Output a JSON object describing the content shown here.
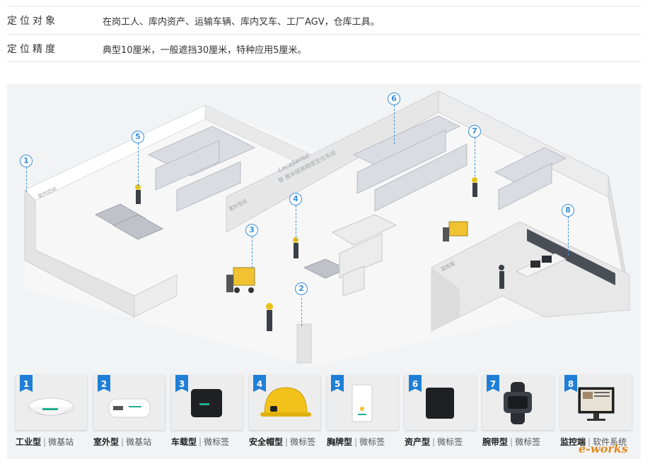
{
  "specs": [
    {
      "label": "定位对象",
      "value": "在岗工人、库内资产、运输车辆、库内叉车、工厂AGV，仓库工具。"
    },
    {
      "label": "定位精度",
      "value": "典型10厘米，一般遮挡30厘米，特种应用5厘米。"
    }
  ],
  "scene": {
    "wall_sign_main": "LocaSense",
    "wall_sign_sub": "智 厘米级高精度定位系统",
    "zone_indoor": "室内空间",
    "zone_outdoor": "室外空间",
    "zone_monitor": "监控室",
    "markers": [
      "1",
      "2",
      "3",
      "4",
      "5",
      "6",
      "7",
      "8"
    ]
  },
  "products": [
    {
      "num": "1",
      "name": "工业型",
      "type": "微基站",
      "icon": "industrial-base-station-icon"
    },
    {
      "num": "2",
      "name": "室外型",
      "type": "微基站",
      "icon": "outdoor-base-station-icon"
    },
    {
      "num": "3",
      "name": "车载型",
      "type": "微标签",
      "icon": "vehicle-tag-icon"
    },
    {
      "num": "4",
      "name": "安全帽型",
      "type": "微标签",
      "icon": "helmet-tag-icon"
    },
    {
      "num": "5",
      "name": "胸牌型",
      "type": "微标签",
      "icon": "badge-tag-icon"
    },
    {
      "num": "6",
      "name": "资产型",
      "type": "微标签",
      "icon": "asset-tag-icon"
    },
    {
      "num": "7",
      "name": "腕带型",
      "type": "微标签",
      "icon": "wristband-tag-icon"
    },
    {
      "num": "8",
      "name": "监控端",
      "type": "软件系统",
      "icon": "monitor-software-icon"
    }
  ],
  "logo": "e-works"
}
